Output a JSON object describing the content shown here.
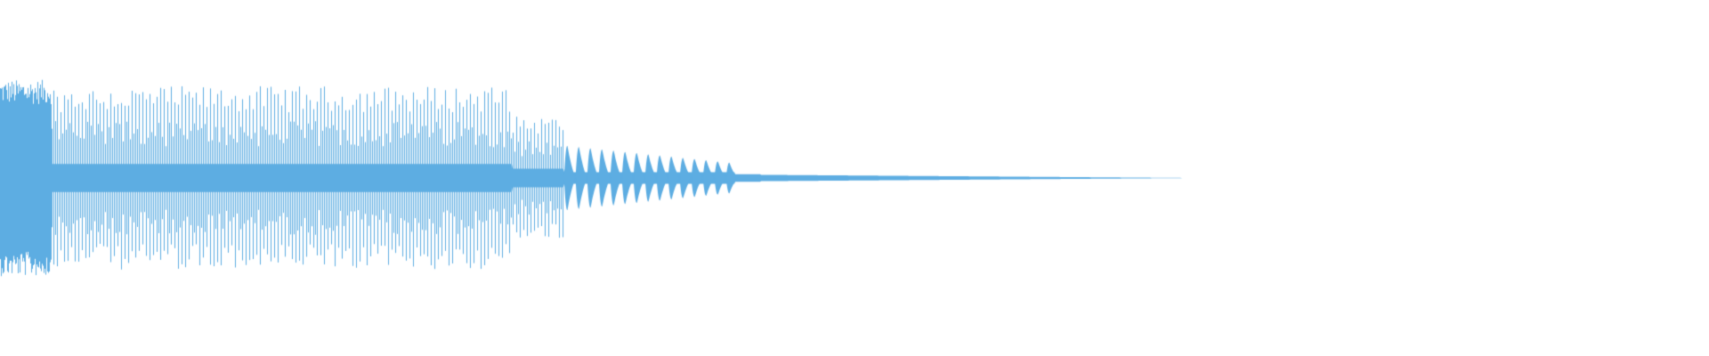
{
  "waveform": {
    "color": "#5DADE2",
    "background": "#FFFFFF",
    "description_free": true,
    "segments": [
      {
        "from": 0.0,
        "to": 0.03,
        "envelope": 0.92,
        "texture": "dense"
      },
      {
        "from": 0.03,
        "to": 0.3,
        "envelope": 0.82,
        "texture": "spiky"
      },
      {
        "from": 0.3,
        "to": 0.33,
        "envelope": 0.55,
        "texture": "spiky"
      },
      {
        "from": 0.33,
        "to": 0.43,
        "envelope": 0.3,
        "texture": "bursts"
      },
      {
        "from": 0.43,
        "to": 0.445,
        "envelope": 0.06,
        "texture": "tail"
      },
      {
        "from": 0.445,
        "to": 0.7,
        "envelope": 0.03,
        "texture": "taper"
      }
    ]
  }
}
